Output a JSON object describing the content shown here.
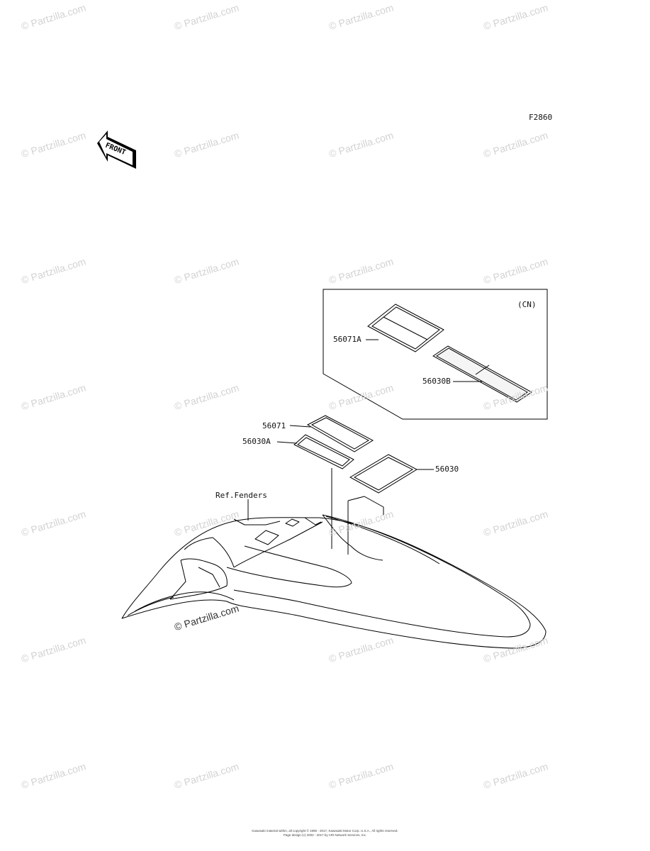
{
  "watermark_text": "© Partzilla.com",
  "diagram_code": "F2860",
  "front_arrow_label": "FRONT",
  "region_box_label": "(CN)",
  "callouts": {
    "p56071A": "56071A",
    "p56030B": "56030B",
    "p56071": "56071",
    "p56030A": "56030A",
    "p56030": "56030",
    "ref_fenders": "Ref.Fenders"
  },
  "footer": {
    "line1": "Kawasaki material within, all copyright © 1995 - 2017, Kawasaki Motor Corp. U.S.A., All rights reserved.",
    "line2": "Page design (c) 2002 - 2017 by ARI Network Services, Inc."
  }
}
